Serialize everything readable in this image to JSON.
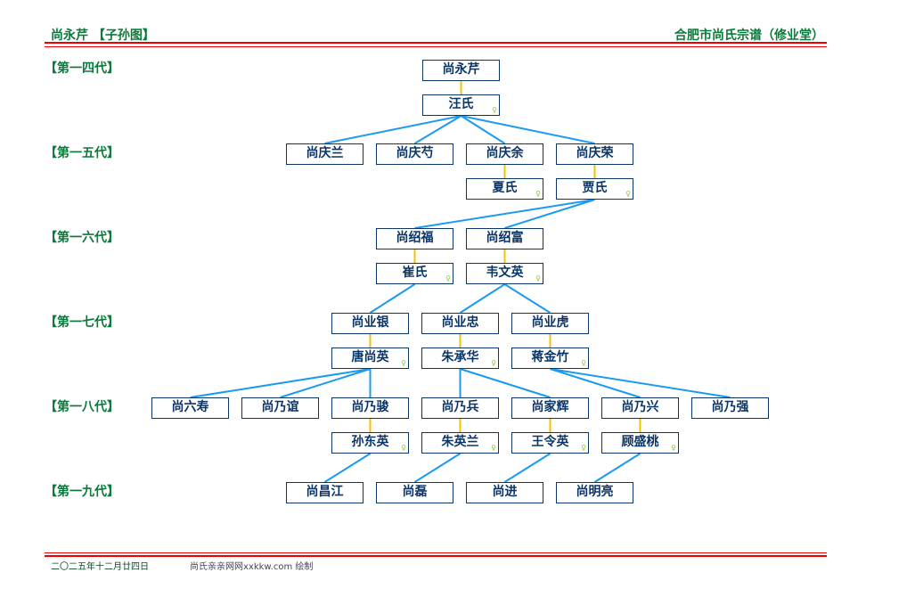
{
  "header": {
    "left": "尚永芹 【子孙图】",
    "right": "合肥市尚氏宗谱（修业堂）"
  },
  "generations": [
    "【第一四代】",
    "【第一五代】",
    "【第一六代】",
    "【第一七代】",
    "【第一八代】",
    "【第一九代】"
  ],
  "female_icon": "♀",
  "colors": {
    "line": "#1a9af0",
    "spouse_line": "#f5c000",
    "box_border": "#0b3566",
    "header": "#0a7a3a",
    "rule": "#e00000"
  },
  "nodes": [
    {
      "id": "n1",
      "name": "尚永芹"
    },
    {
      "id": "s1",
      "name": "汪氏",
      "female": true,
      "spouse_of": "n1"
    },
    {
      "id": "a1",
      "name": "尚庆兰",
      "parent": "s1"
    },
    {
      "id": "a2",
      "name": "尚庆芍",
      "parent": "s1"
    },
    {
      "id": "a3",
      "name": "尚庆余",
      "parent": "s1"
    },
    {
      "id": "a4",
      "name": "尚庆荣",
      "parent": "s1"
    },
    {
      "id": "sa3",
      "name": "夏氏",
      "female": true,
      "spouse_of": "a3"
    },
    {
      "id": "sa4",
      "name": "贾氏",
      "female": true,
      "spouse_of": "a4"
    },
    {
      "id": "b1",
      "name": "尚绍福",
      "parent": "sa4"
    },
    {
      "id": "b2",
      "name": "尚绍富",
      "parent": "sa4"
    },
    {
      "id": "sb1",
      "name": "崔氏",
      "female": true,
      "spouse_of": "b1"
    },
    {
      "id": "sb2",
      "name": "韦文英",
      "female": true,
      "spouse_of": "b2"
    },
    {
      "id": "c1",
      "name": "尚业银",
      "parent": "sb1"
    },
    {
      "id": "c2",
      "name": "尚业忠",
      "parent": "sb2"
    },
    {
      "id": "c3",
      "name": "尚业虎",
      "parent": "sb2"
    },
    {
      "id": "sc1",
      "name": "唐尚英",
      "female": true,
      "spouse_of": "c1"
    },
    {
      "id": "sc2",
      "name": "朱承华",
      "female": true,
      "spouse_of": "c2"
    },
    {
      "id": "sc3",
      "name": "蒋金竹",
      "female": true,
      "spouse_of": "c3"
    },
    {
      "id": "d1",
      "name": "尚六寿",
      "parent": "sc1"
    },
    {
      "id": "d2",
      "name": "尚乃谊",
      "parent": "sc1"
    },
    {
      "id": "d3",
      "name": "尚乃骏",
      "parent": "sc1"
    },
    {
      "id": "d4",
      "name": "尚乃兵",
      "parent": "sc2"
    },
    {
      "id": "d5",
      "name": "尚家辉",
      "parent": "sc2"
    },
    {
      "id": "d6",
      "name": "尚乃兴",
      "parent": "sc3"
    },
    {
      "id": "d7",
      "name": "尚乃强",
      "parent": "sc3"
    },
    {
      "id": "sd3",
      "name": "孙东英",
      "female": true,
      "spouse_of": "d3"
    },
    {
      "id": "sd4",
      "name": "朱英兰",
      "female": true,
      "spouse_of": "d4"
    },
    {
      "id": "sd5",
      "name": "王令英",
      "female": true,
      "spouse_of": "d5"
    },
    {
      "id": "sd6",
      "name": "顾盛桃",
      "female": true,
      "spouse_of": "d6"
    },
    {
      "id": "e1",
      "name": "尚昌江",
      "parent": "sd3"
    },
    {
      "id": "e2",
      "name": "尚磊",
      "parent": "sd4"
    },
    {
      "id": "e3",
      "name": "尚进",
      "parent": "sd5"
    },
    {
      "id": "e4",
      "name": "尚明亮",
      "parent": "sd6"
    }
  ],
  "footer": {
    "date": "二〇二五年十二月廿四日",
    "credit": "尚氏亲亲网网xxkkw.com 绘制"
  }
}
